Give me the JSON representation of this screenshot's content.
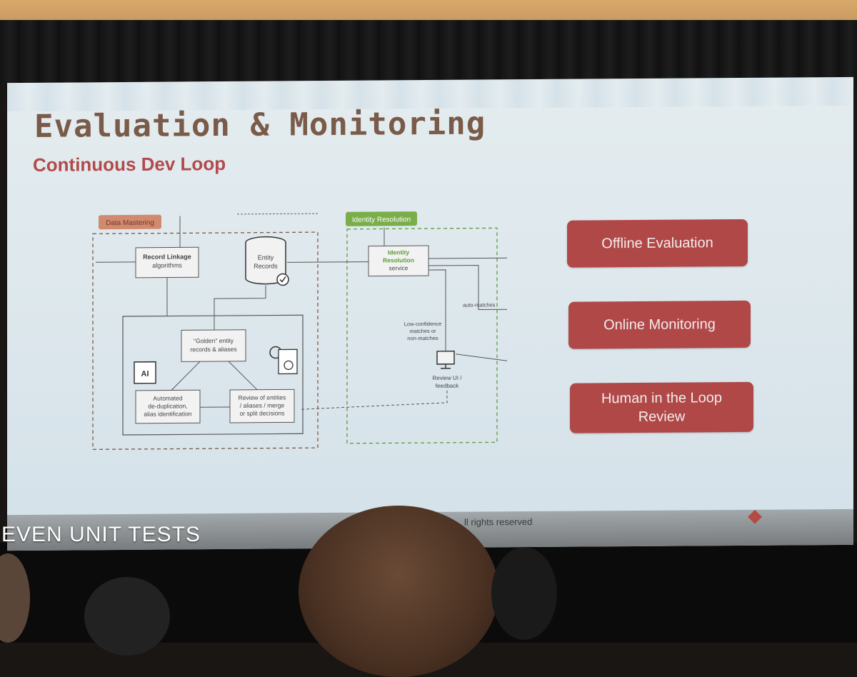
{
  "slide": {
    "title": "Evaluation & Monitoring",
    "subtitle": "Continuous Dev Loop",
    "footer_rights": "ll rights reserved"
  },
  "diagram": {
    "data_mastering_label": "Data Mastering",
    "identity_resolution_label": "Identity Resolution",
    "record_linkage": [
      "Record Linkage",
      "algorithms"
    ],
    "entity_records": [
      "Entity",
      "Records"
    ],
    "identity_service": [
      "Identity",
      "Resolution",
      "service"
    ],
    "golden": [
      "\"Golden\" entity",
      "records & aliases"
    ],
    "ai_chip": "AI",
    "automated": [
      "Automated",
      "de-duplication,",
      "alias identification"
    ],
    "review_entities": [
      "Review of entities",
      "/ aliases / merge",
      "or split decisions"
    ],
    "auto_matches": "auto-matches",
    "low_confidence": [
      "Low-confidence",
      "matches or",
      "non-matches"
    ],
    "review_ui": [
      "Review UI /",
      "feedback"
    ]
  },
  "pills": {
    "offline": "Offline Evaluation",
    "online": "Online Monitoring",
    "human_line1": "Human in the Loop",
    "human_line2": "Review"
  },
  "caption": "EVEN UNIT TESTS",
  "colors": {
    "title": "#7a5a48",
    "subtitle": "#b24a4a",
    "pill": "#b04848",
    "screen": "#dfe8ec",
    "diagram_line": "#555555",
    "identity_green": "#5e9a3a"
  }
}
